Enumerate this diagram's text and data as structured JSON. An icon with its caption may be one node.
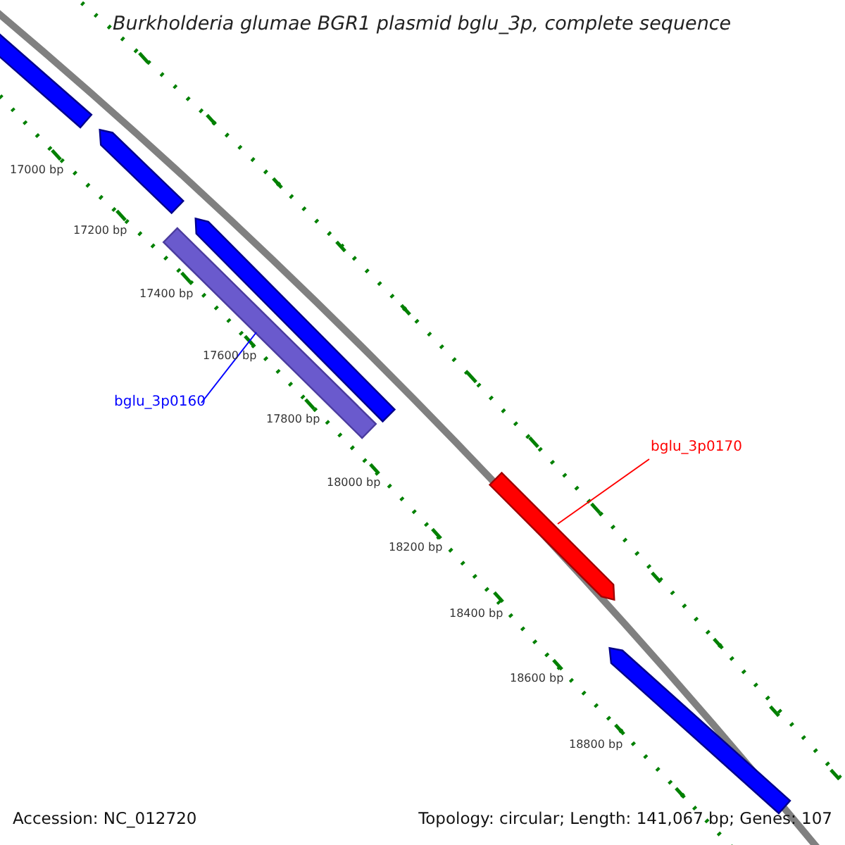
{
  "diagram": {
    "title": "Burkholderia glumae BGR1 plasmid bglu_3p, complete sequence",
    "nodes": [
      {
        "text": [],
        "shape": "arrow"
      },
      {
        "text": [],
        "shape": "arrow"
      },
      {
        "text": [],
        "shape": "arrow"
      },
      {
        "text": [],
        "shape": "bar"
      },
      {
        "text": [
          "bglu_3p0160"
        ]
      },
      {
        "text": [
          "bglu_3p0170"
        ]
      },
      {
        "text": [],
        "shape": "arrow"
      },
      {
        "text": [],
        "shape": "arrow"
      }
    ],
    "edges": [
      {
        "from": 4,
        "to": 3,
        "arrow": "none",
        "color": "#0000ff"
      },
      {
        "from": 5,
        "to": 6,
        "arrow": "none",
        "color": "#ff0000"
      }
    ],
    "labels": [
      "17000 bp",
      "17200 bp",
      "17400 bp",
      "17600 bp",
      "17800 bp",
      "18000 bp",
      "18200 bp",
      "18400 bp",
      "18600 bp",
      "18800 bp",
      "Accession: NC_012720",
      "Topology: circular; Length: 141,067 bp; Genes: 107"
    ]
  }
}
